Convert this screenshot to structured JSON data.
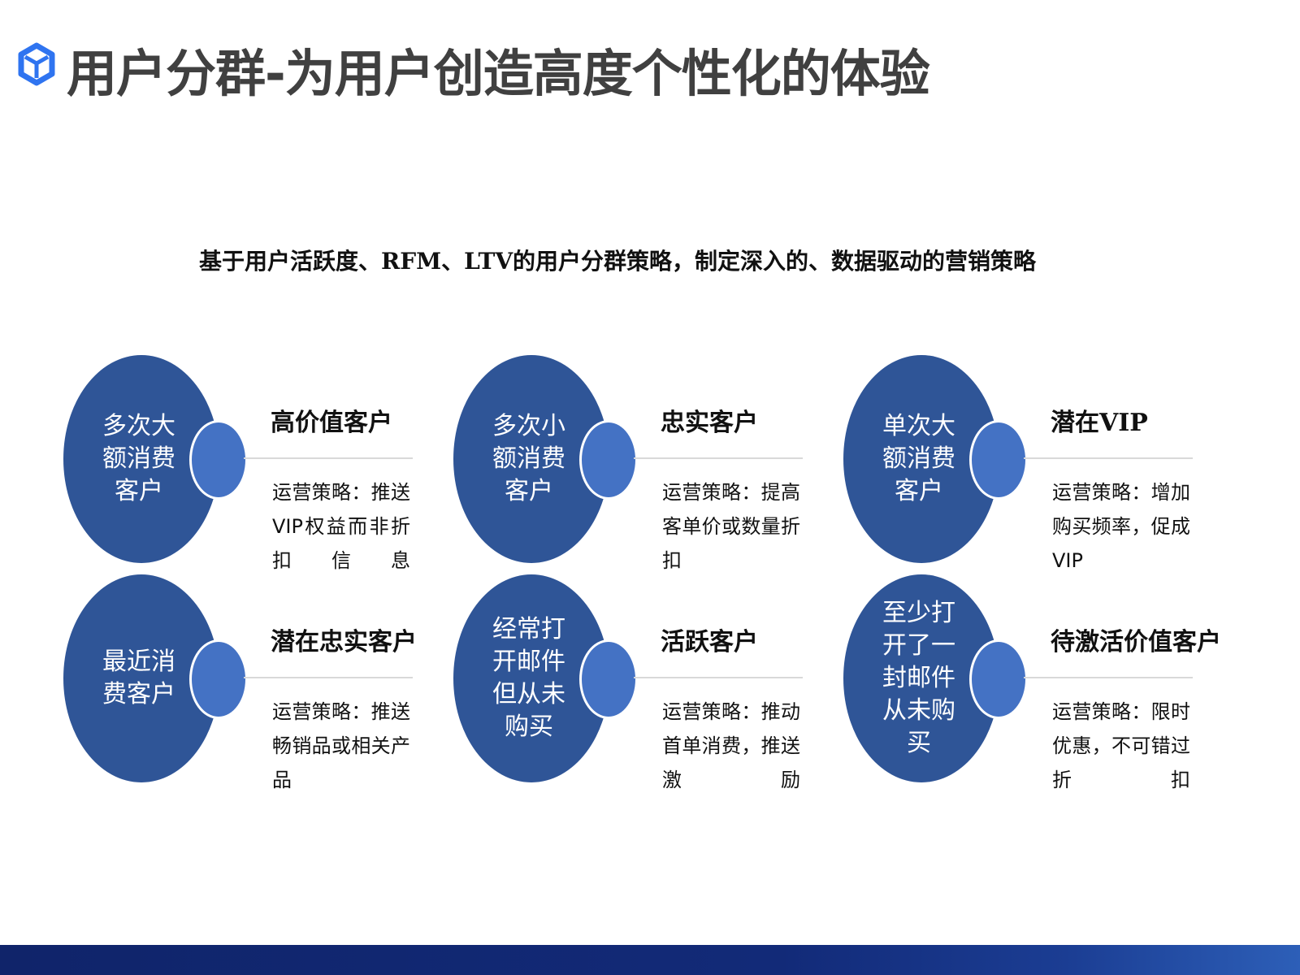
{
  "header": {
    "title": "用户分群-为用户创造高度个性化的体验",
    "logo_icon": "cube-logo-icon",
    "logo_color": "#2f74f0"
  },
  "subtitle": "基于用户活跃度、RFM、LTV的用户分群策略，制定深入的、数据驱动的营销策略",
  "colors": {
    "circle_dark": "#2f5597",
    "circle_light": "#4472c4",
    "bottom_band": "#122a78"
  },
  "segments": [
    {
      "circle_text": "多次大额消费客户",
      "title": "高价值客户",
      "strategy": "运营策略：推送VIP权益而非折扣信息"
    },
    {
      "circle_text": "多次小额消费客户",
      "title": "忠实客户",
      "strategy": "运营策略：提高客单价或数量折扣"
    },
    {
      "circle_text": "单次大额消费客户",
      "title": "潜在VIP",
      "strategy": "运营策略：增加购买频率，促成VIP"
    },
    {
      "circle_text": "最近消费客户",
      "title": "潜在忠实客户",
      "strategy": "运营策略：推送畅销品或相关产品"
    },
    {
      "circle_text": "经常打开邮件但从未购买",
      "title": "活跃客户",
      "strategy": "运营策略：推动首单消费，推送激励"
    },
    {
      "circle_text": "至少打开了一封邮件从未购买",
      "title": "待激活价值客户",
      "strategy": "运营策略：限时优惠，不可错过折扣"
    }
  ]
}
